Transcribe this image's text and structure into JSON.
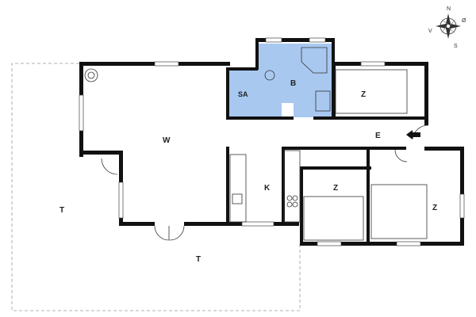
{
  "colors": {
    "wet_room": "#a8c8f0",
    "wall": "#111111",
    "terrace_outline": "#999999"
  },
  "rooms": {
    "terrace_left": "T",
    "terrace_bottom": "T",
    "living": "W",
    "sauna": "SA",
    "bath": "B",
    "bedroom_top": "Z",
    "entrance": "E",
    "kitchen": "K",
    "bedroom_mid": "Z",
    "bedroom_right": "Z"
  },
  "compass": {
    "north": "N",
    "east": "Ø",
    "south": "S",
    "west": "V"
  },
  "icons": {
    "entrance_arrow": "arrow-left-icon",
    "compass": "compass-rose-icon"
  }
}
